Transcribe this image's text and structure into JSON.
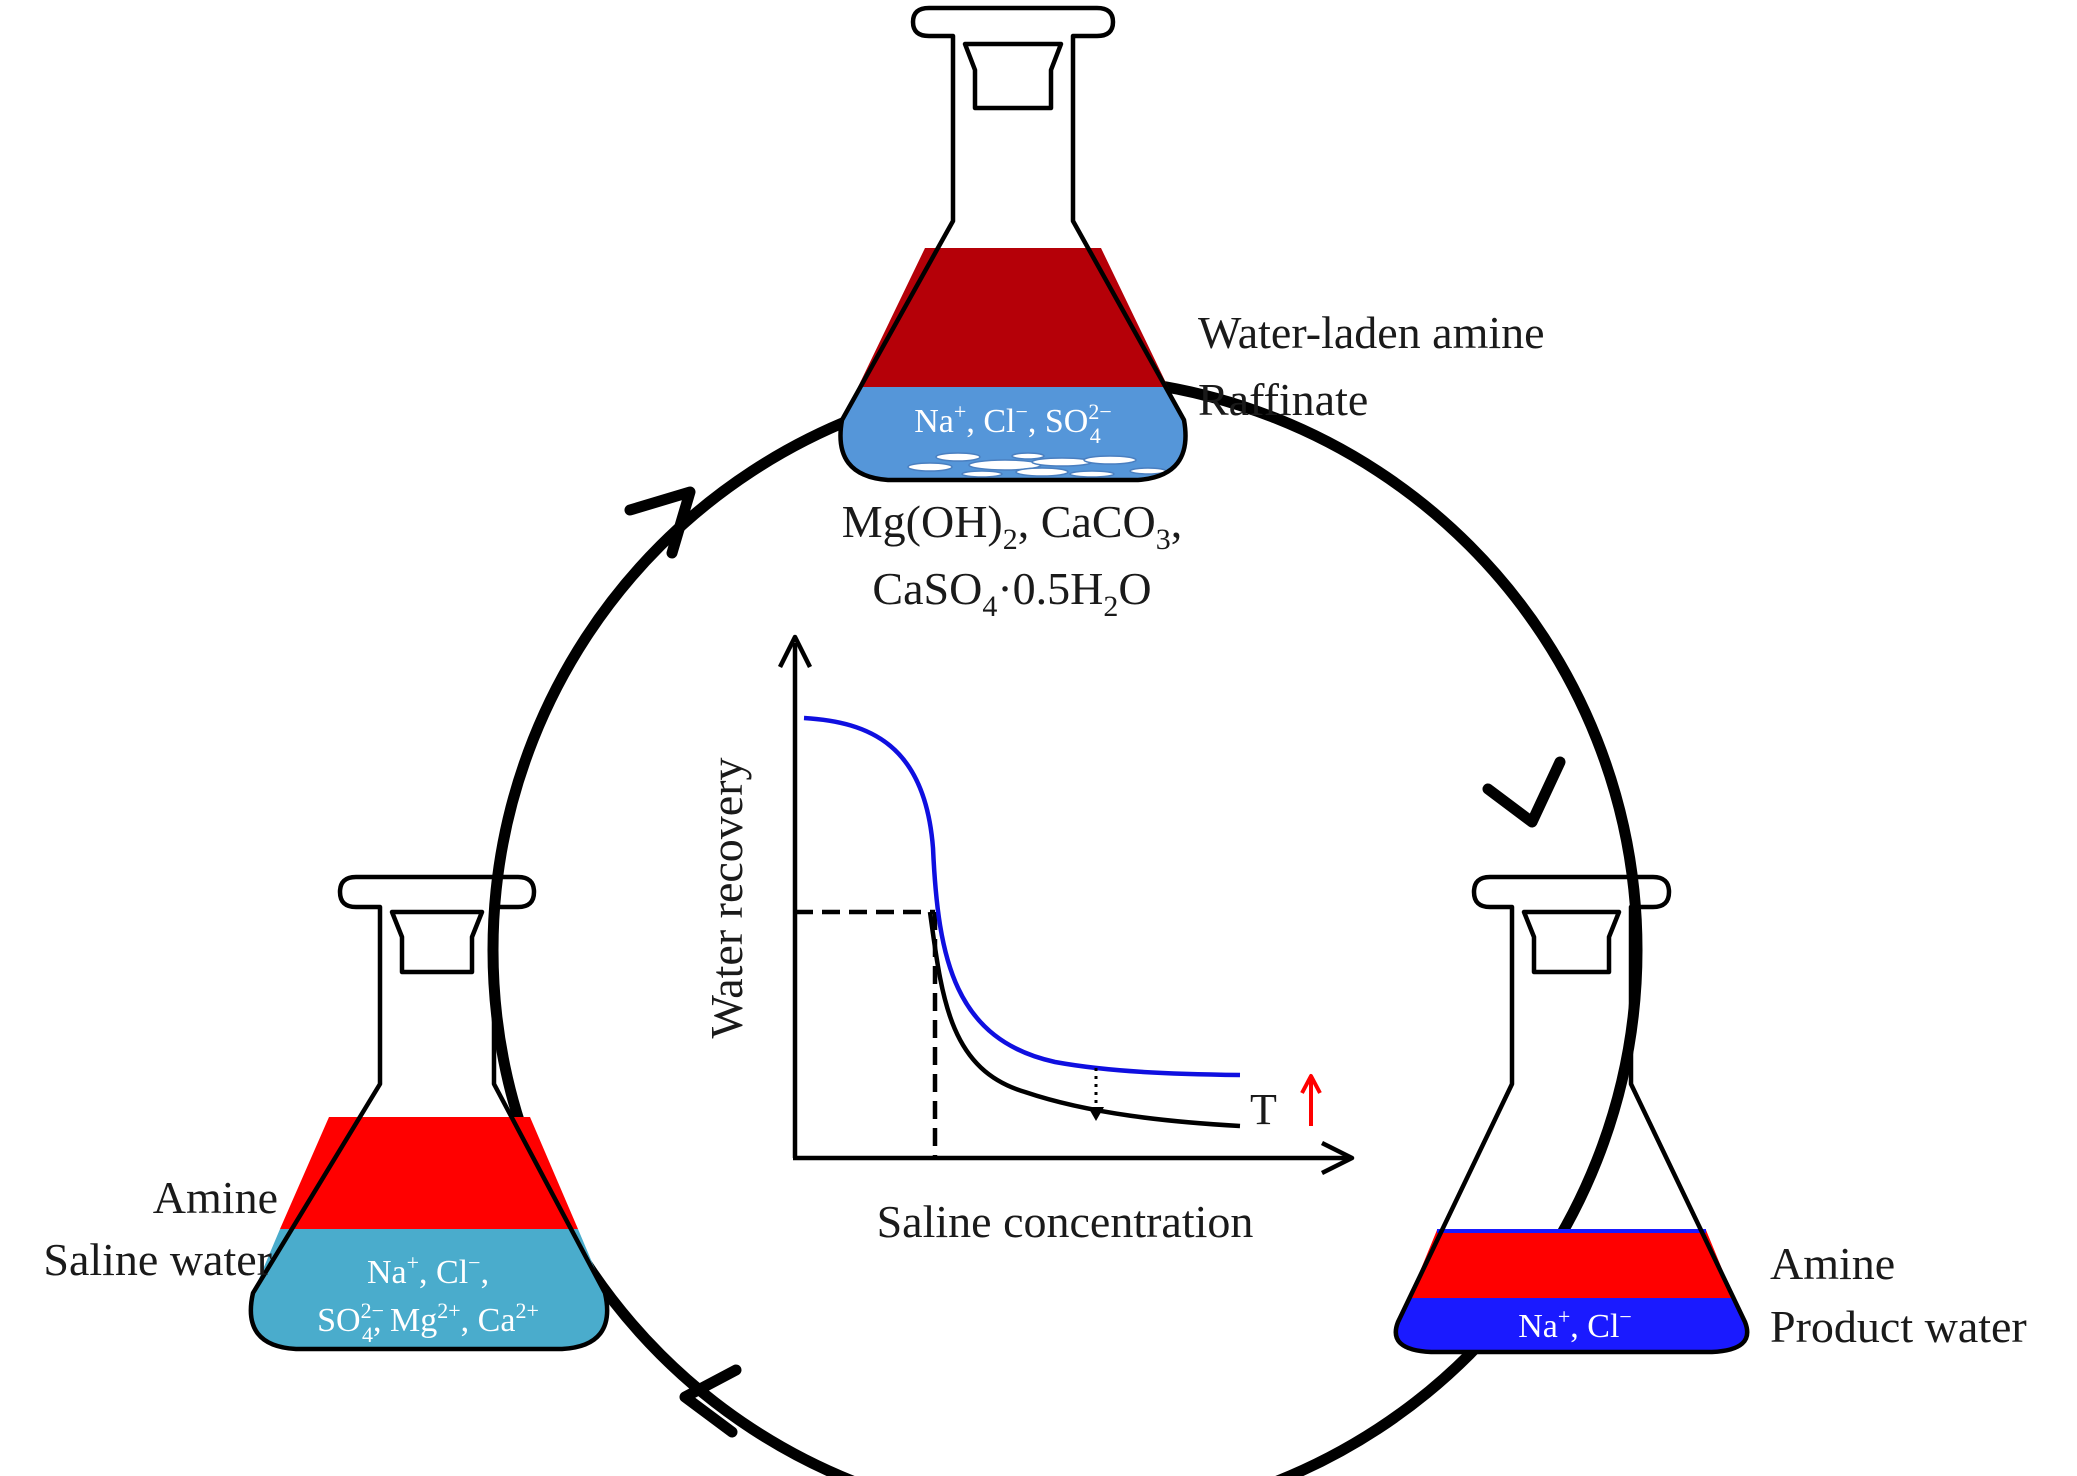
{
  "colors": {
    "cycle": "#000000",
    "amine_dark": "#b50008",
    "amine_red": "#ff0000",
    "raffinate_water": "#5596d9",
    "saline_water": "#4aaccc",
    "product_water": "#1a1aff",
    "curve_high": "#0f0fe0",
    "curve_low": "#000000",
    "temp_arrow": "#ff0000"
  },
  "top_flask": {
    "label_line1": "Water-laden amine",
    "label_line2": "Raffinate",
    "ions": {
      "p1": "Na",
      "p1_sup": "+",
      "p2": ", Cl",
      "p2_sup": "−",
      "p3": ", SO",
      "p3_sup": "2−",
      "p3_sub": "4"
    },
    "precipitate_line1": {
      "a": "Mg(OH)",
      "a_sub": "2",
      "b": ", CaCO",
      "b_sub": "3",
      "c": ","
    },
    "precipitate_line2": {
      "a": "CaSO",
      "a_sub": "4",
      "b": "·0.5H",
      "b_sub": "2",
      "c": "O"
    }
  },
  "left_flask": {
    "label_line1": "Amine",
    "label_line2": "Saline water",
    "ions_line1": {
      "p1": "Na",
      "p1_sup": "+",
      "p2": ", Cl",
      "p2_sup": "−",
      "p3": ","
    },
    "ions_line2": {
      "p1": "SO",
      "p1_sup": "2−",
      "p1_sub": "4",
      "p2": ", Mg",
      "p2_sup": "2+",
      "p3": ", Ca",
      "p3_sup": "2+"
    }
  },
  "right_flask": {
    "label_line1": "Amine",
    "label_line2": "Product water",
    "ions": {
      "p1": "Na",
      "p1_sup": "+",
      "p2": ", Cl",
      "p2_sup": "−"
    }
  },
  "graph": {
    "ylabel": "Water recovery",
    "xlabel": "Saline concentration",
    "temp_label": "T"
  }
}
